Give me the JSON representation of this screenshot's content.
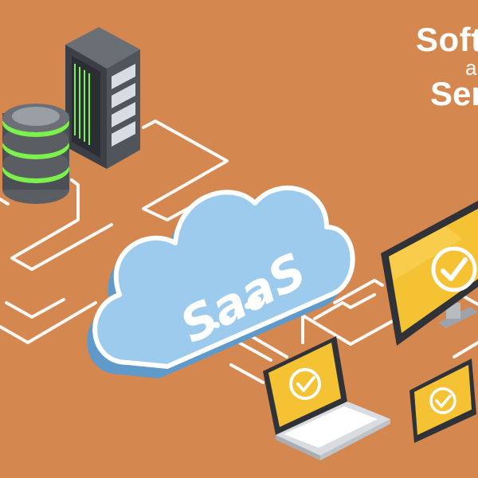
{
  "headline": {
    "line1": "Soft",
    "line2": "a",
    "line3": "Ser"
  },
  "cloud": {
    "label": "SaaS"
  },
  "colors": {
    "background": "#D4874F",
    "cloud": "#9CCBEE",
    "cloud_outline": "#FFFFFF",
    "screen": "#F5C233",
    "rack": "#4A4E54",
    "led_green": "#7CF04B",
    "db_glow": "#7CF04B",
    "wire": "#FFFFFF"
  },
  "icons": [
    "server-rack-icon",
    "database-icon",
    "saas-cloud-icon",
    "monitor-check-icon",
    "laptop-check-icon",
    "tablet-check-icon"
  ]
}
